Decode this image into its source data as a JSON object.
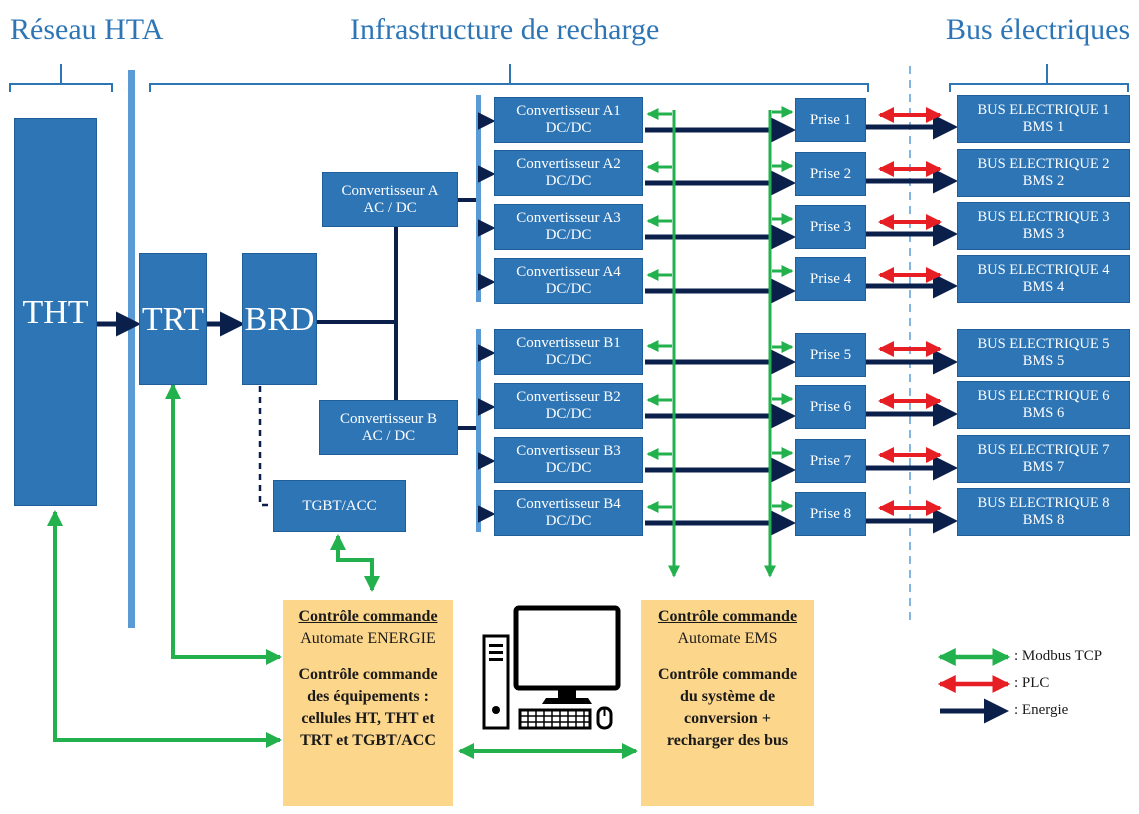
{
  "sections": {
    "reseau": "Réseau HTA",
    "infra": "Infrastructure de recharge",
    "bus": "Bus électriques"
  },
  "boxes": {
    "tht": "THT",
    "trt": "TRT",
    "brd": "BRD",
    "tgbt": "TGBT/ACC",
    "conv_a": {
      "l1": "Convertisseur A",
      "l2": "AC / DC"
    },
    "conv_b": {
      "l1": "Convertisseur B",
      "l2": "AC / DC"
    }
  },
  "dcdc": [
    {
      "l1": "Convertisseur A1",
      "l2": "DC/DC"
    },
    {
      "l1": "Convertisseur A2",
      "l2": "DC/DC"
    },
    {
      "l1": "Convertisseur A3",
      "l2": "DC/DC"
    },
    {
      "l1": "Convertisseur A4",
      "l2": "DC/DC"
    },
    {
      "l1": "Convertisseur B1",
      "l2": "DC/DC"
    },
    {
      "l1": "Convertisseur B2",
      "l2": "DC/DC"
    },
    {
      "l1": "Convertisseur B3",
      "l2": "DC/DC"
    },
    {
      "l1": "Convertisseur B4",
      "l2": "DC/DC"
    }
  ],
  "prises": [
    "Prise 1",
    "Prise 2",
    "Prise 3",
    "Prise 4",
    "Prise 5",
    "Prise 6",
    "Prise 7",
    "Prise 8"
  ],
  "buses": [
    {
      "l1": "BUS ELECTRIQUE 1",
      "l2": "BMS 1"
    },
    {
      "l1": "BUS ELECTRIQUE 2",
      "l2": "BMS 2"
    },
    {
      "l1": "BUS ELECTRIQUE 3",
      "l2": "BMS 3"
    },
    {
      "l1": "BUS ELECTRIQUE 4",
      "l2": "BMS 4"
    },
    {
      "l1": "BUS ELECTRIQUE 5",
      "l2": "BMS 5"
    },
    {
      "l1": "BUS ELECTRIQUE 6",
      "l2": "BMS 6"
    },
    {
      "l1": "BUS ELECTRIQUE 7",
      "l2": "BMS 7"
    },
    {
      "l1": "BUS ELECTRIQUE 8",
      "l2": "BMS 8"
    }
  ],
  "control_energie": {
    "title": "Contrôle commande",
    "sub": "Automate ENERGIE",
    "body": [
      "Contrôle commande",
      "des équipements :",
      "cellules HT, THT et",
      "TRT et TGBT/ACC"
    ]
  },
  "control_ems": {
    "title": "Contrôle commande",
    "sub": "Automate EMS",
    "body": [
      "Contrôle commande",
      "du système de",
      "conversion +",
      "recharger des bus"
    ]
  },
  "legend": {
    "modbus": ": Modbus TCP",
    "plc": ": PLC",
    "energie": ": Energie"
  },
  "colors": {
    "box_blue": "#2e75b6",
    "control_yellow": "#fcd68a",
    "modbus_green": "#22b14c",
    "plc_red": "#e81e25",
    "energy_navy": "#0b1f4b"
  },
  "icons": [
    "computer-icon"
  ]
}
